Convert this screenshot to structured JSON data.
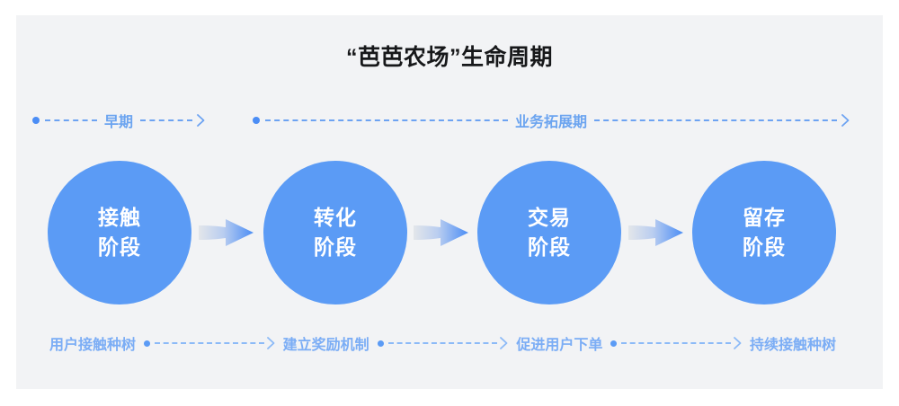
{
  "header": {
    "title": "“芭芭农场”生命周期"
  },
  "phases": [
    {
      "label": "早期"
    },
    {
      "label": "业务拓展期"
    }
  ],
  "stages": [
    {
      "line1": "接触",
      "line2": "阶段"
    },
    {
      "line1": "转化",
      "line2": "阶段"
    },
    {
      "line1": "交易",
      "line2": "阶段"
    },
    {
      "line1": "留存",
      "line2": "阶段"
    }
  ],
  "actions": [
    {
      "label": "用户接触种树"
    },
    {
      "label": "建立奖励机制"
    },
    {
      "label": "促进用户下单"
    },
    {
      "label": "持续接触种树"
    }
  ],
  "colors": {
    "page_background": "#ffffff",
    "card_background": "#f2f3f5",
    "title_text": "#17181a",
    "circle_fill": "#5b9bf5",
    "circle_text": "#ffffff",
    "phase_label_text": "#6ba4f0",
    "action_label_text": "#7badf5",
    "dotted_line": "#6da3f2",
    "arrow_gradient_start": "#d9dde3",
    "arrow_gradient_end": "#4b8df5"
  }
}
